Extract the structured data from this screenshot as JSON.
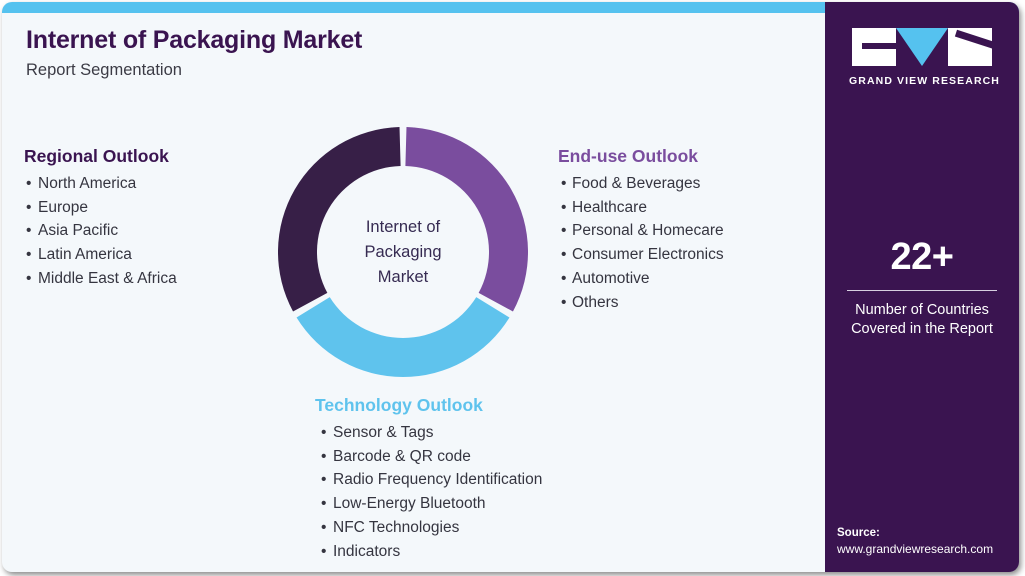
{
  "header": {
    "title": "Internet of Packaging Market",
    "subtitle": "Report Segmentation"
  },
  "accent_colors": {
    "top_bar": "#55c2ef",
    "panel_purple": "#3a1450",
    "segment_dark_purple": "#371f47",
    "segment_purple": "#7a4d9e",
    "segment_blue": "#5fc3ed",
    "background": "#f4f8fb"
  },
  "regional_outlook": {
    "title": "Regional Outlook",
    "items": [
      "North America",
      "Europe",
      "Asia Pacific",
      "Latin America",
      "Middle East & Africa"
    ]
  },
  "enduse_outlook": {
    "title": "End-use Outlook",
    "items": [
      "Food & Beverages",
      "Healthcare",
      "Personal & Homecare",
      "Consumer Electronics",
      "Automotive",
      "Others"
    ]
  },
  "technology_outlook": {
    "title": "Technology Outlook",
    "items": [
      "Sensor & Tags",
      "Barcode & QR code",
      "Radio Frequency Identification",
      "Low-Energy Bluetooth",
      "NFC Technologies",
      "Indicators"
    ]
  },
  "donut": {
    "center_line1": "Internet of",
    "center_line2": "Packaging",
    "center_line3": "Market"
  },
  "chart_data": {
    "type": "pie",
    "title": "Internet of Packaging Market",
    "subtype": "donut",
    "categories": [
      "End-use Outlook",
      "Technology Outlook",
      "Regional Outlook"
    ],
    "values": [
      33.33,
      33.33,
      33.33
    ],
    "colors": [
      "#7a4d9e",
      "#5fc3ed",
      "#371f47"
    ],
    "center_label": "Internet of Packaging Market",
    "legend": "none",
    "notes": "Three equal segments of 120 degrees each, separated by small gaps; start angle at 12 o'clock"
  },
  "sidebar": {
    "logo": {
      "letters": "GVR",
      "wordmark": "GRAND VIEW RESEARCH"
    },
    "stat": {
      "value": "22+",
      "label_line1": "Number of Countries",
      "label_line2": "Covered in the Report"
    },
    "source": {
      "title": "Source:",
      "url": "www.grandviewresearch.com"
    }
  }
}
